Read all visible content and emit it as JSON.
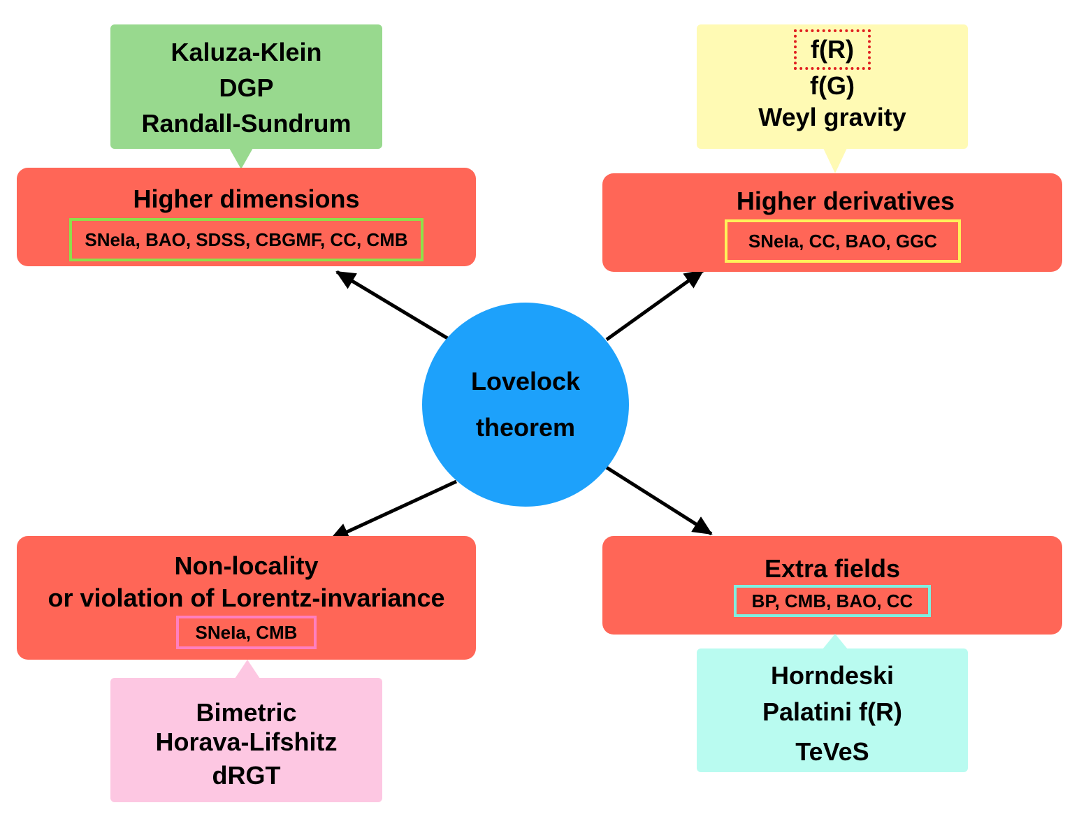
{
  "center": {
    "line1": "Lovelock",
    "line2": "theorem"
  },
  "branches": {
    "top_left": {
      "title": "Higher dimensions",
      "observations": "SNeIa, BAO, SDSS, CBGMF, CC, CMB",
      "examples": [
        "Kaluza-Klein",
        "DGP",
        "Randall-Sundrum"
      ]
    },
    "top_right": {
      "title": "Higher derivatives",
      "observations": "SNeIa, CC, BAO, GGC",
      "examples": [
        "f(R)",
        "f(G)",
        "Weyl gravity"
      ]
    },
    "bottom_left": {
      "title_line1": "Non-locality",
      "title_line2": "or violation of Lorentz-invariance",
      "observations": "SNeIa, CMB",
      "examples": [
        "Bimetric",
        "Horava-Lifshitz",
        "dRGT"
      ]
    },
    "bottom_right": {
      "title": "Extra fields",
      "observations": "BP, CMB, BAO, CC",
      "examples": [
        "Horndeski",
        "Palatini f(R)",
        "TeVeS"
      ]
    }
  },
  "colors": {
    "branch_box": "#FF6657",
    "center_circle": "#1DA1FB",
    "top_left_callout": "#98D98E",
    "top_left_obs_border": "#8EE04A",
    "top_right_callout": "#FFFAB4",
    "top_right_obs_border": "#FFF15A",
    "bottom_left_callout": "#FDC7E2",
    "bottom_left_obs_border": "#FF7FBF",
    "bottom_right_callout": "#B9FBF0",
    "bottom_right_obs_border": "#7FF0E0",
    "highlight_dotted": "#E02020"
  }
}
